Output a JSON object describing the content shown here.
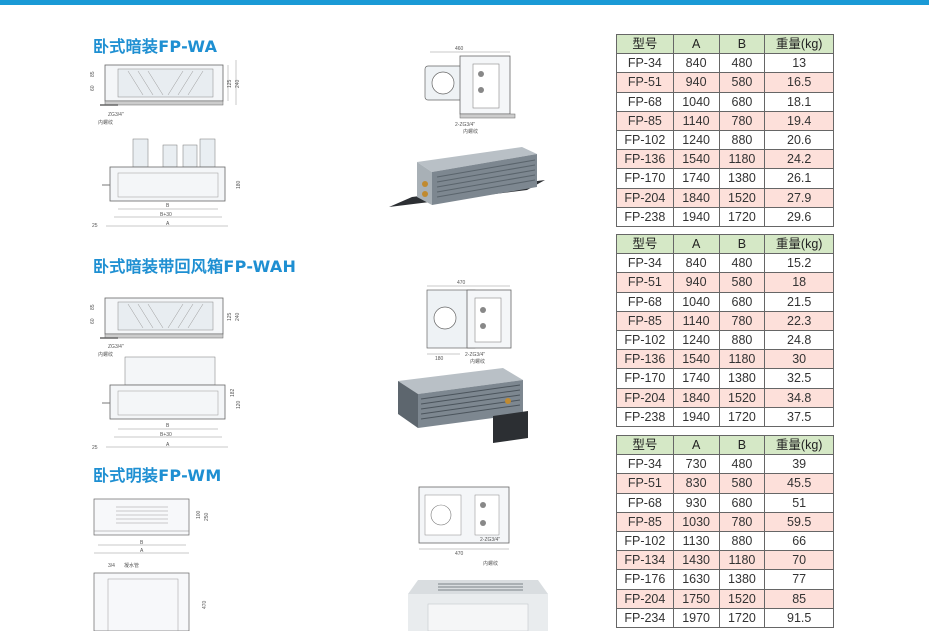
{
  "colors": {
    "accent": "#1e8fd2",
    "header_bg": "#d5e8c6",
    "row_alt": "#fde0da"
  },
  "sections": [
    {
      "title": "卧式暗装FP-WA"
    },
    {
      "title": "卧式暗装带回风箱FP-WAH"
    },
    {
      "title": "卧式明装FP-WM"
    }
  ],
  "drawing_labels": {
    "wa_top": {
      "side_85": "85",
      "side_60": "60",
      "h125": "125",
      "h240": "240",
      "pipe": "ZG3/4\"",
      "pipe_note": "内螺纹"
    },
    "wa_plan": {
      "h180": "180",
      "b": "B",
      "b30": "B+30",
      "a": "A",
      "d25": "25"
    },
    "wa_side": {
      "w460": "460",
      "pipe": "2-ZG3/4\"",
      "pipe_note": "内螺纹"
    },
    "wah_top": {
      "side_85": "85",
      "side_60": "60",
      "h125": "125",
      "h240": "240",
      "pipe": "ZG3/4\"",
      "pipe_note": "内螺纹"
    },
    "wah_plan": {
      "h182": "182",
      "h120": "120",
      "b": "B",
      "b30": "B+30",
      "a": "A",
      "d25": "25"
    },
    "wah_side": {
      "w470": "470",
      "d180": "180",
      "pipe": "2-ZG3/4\"",
      "pipe_note": "内螺纹"
    },
    "wm_front": {
      "h100": "100",
      "h250": "250",
      "b": "B",
      "a": "A"
    },
    "wm_side": {
      "w470": "470",
      "pipe": "2-ZG3/4\"",
      "pipe_note": "内螺纹"
    },
    "wm_bottom": {
      "note1": "3/4",
      "note2": "凝水管",
      "h470": "470"
    }
  },
  "tables": [
    {
      "headers": [
        "型号",
        "A",
        "B",
        "重量(kg)"
      ],
      "rows": [
        [
          "FP-34",
          "840",
          "480",
          "13"
        ],
        [
          "FP-51",
          "940",
          "580",
          "16.5"
        ],
        [
          "FP-68",
          "1040",
          "680",
          "18.1"
        ],
        [
          "FP-85",
          "1140",
          "780",
          "19.4"
        ],
        [
          "FP-102",
          "1240",
          "880",
          "20.6"
        ],
        [
          "FP-136",
          "1540",
          "1180",
          "24.2"
        ],
        [
          "FP-170",
          "1740",
          "1380",
          "26.1"
        ],
        [
          "FP-204",
          "1840",
          "1520",
          "27.9"
        ],
        [
          "FP-238",
          "1940",
          "1720",
          "29.6"
        ]
      ]
    },
    {
      "headers": [
        "型号",
        "A",
        "B",
        "重量(kg)"
      ],
      "rows": [
        [
          "FP-34",
          "840",
          "480",
          "15.2"
        ],
        [
          "FP-51",
          "940",
          "580",
          "18"
        ],
        [
          "FP-68",
          "1040",
          "680",
          "21.5"
        ],
        [
          "FP-85",
          "1140",
          "780",
          "22.3"
        ],
        [
          "FP-102",
          "1240",
          "880",
          "24.8"
        ],
        [
          "FP-136",
          "1540",
          "1180",
          "30"
        ],
        [
          "FP-170",
          "1740",
          "1380",
          "32.5"
        ],
        [
          "FP-204",
          "1840",
          "1520",
          "34.8"
        ],
        [
          "FP-238",
          "1940",
          "1720",
          "37.5"
        ]
      ]
    },
    {
      "headers": [
        "型号",
        "A",
        "B",
        "重量(kg)"
      ],
      "rows": [
        [
          "FP-34",
          "730",
          "480",
          "39"
        ],
        [
          "FP-51",
          "830",
          "580",
          "45.5"
        ],
        [
          "FP-68",
          "930",
          "680",
          "51"
        ],
        [
          "FP-85",
          "1030",
          "780",
          "59.5"
        ],
        [
          "FP-102",
          "1130",
          "880",
          "66"
        ],
        [
          "FP-134",
          "1430",
          "1180",
          "70"
        ],
        [
          "FP-176",
          "1630",
          "1380",
          "77"
        ],
        [
          "FP-204",
          "1750",
          "1520",
          "85"
        ],
        [
          "FP-234",
          "1970",
          "1720",
          "91.5"
        ]
      ]
    }
  ]
}
